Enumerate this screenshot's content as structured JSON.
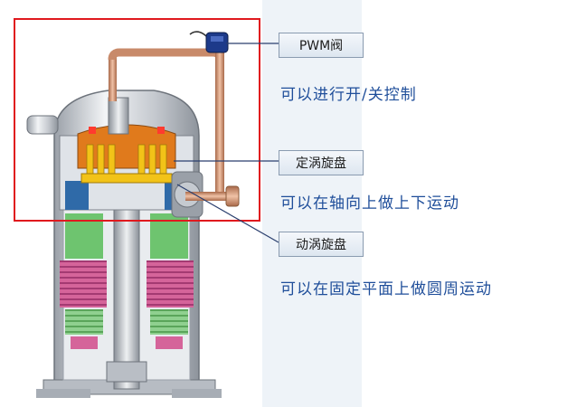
{
  "labels": {
    "pwm_valve": "PWM阀",
    "fixed_scroll": "定涡旋盘",
    "orbiting_scroll": "动涡旋盘"
  },
  "descriptions": {
    "pwm_valve": "可以进行开/关控制",
    "fixed_scroll": "可以在轴向上做上下运动",
    "orbiting_scroll": "可以在固定平面上做圆周运动"
  },
  "colors": {
    "highlight_frame": "#e0191e",
    "description_text": "#1f4e9a",
    "pipe": "#c88a6a",
    "scroll_orange": "#e07a1c",
    "scroll_yellow": "#f2c318",
    "motor_pink": "#d5649a",
    "motor_green": "#7ec77e",
    "valve_blue": "#1d3a8a",
    "shell_gray": "#c9cdd3"
  }
}
